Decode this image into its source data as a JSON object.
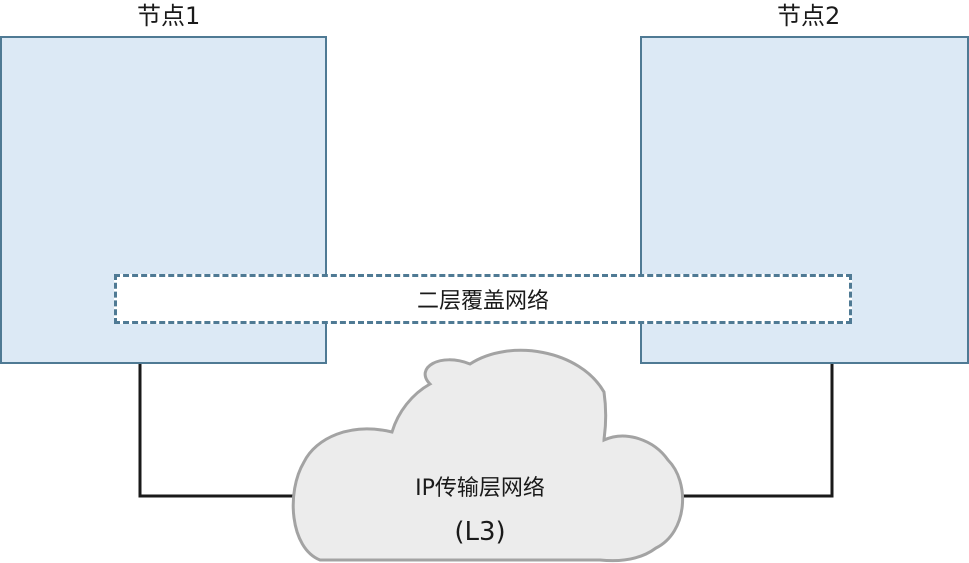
{
  "node1": {
    "label": "节点1"
  },
  "node2": {
    "label": "节点2"
  },
  "overlay": {
    "label": "二层覆盖网络"
  },
  "transport": {
    "label": "IP传输层网络",
    "sublabel": "(L3)"
  },
  "colors": {
    "node_fill": "#dce9f5",
    "node_border": "#4f7a94",
    "cloud_fill": "#ececec",
    "cloud_border": "#a3a3a3",
    "link": "#1a1a1a"
  }
}
